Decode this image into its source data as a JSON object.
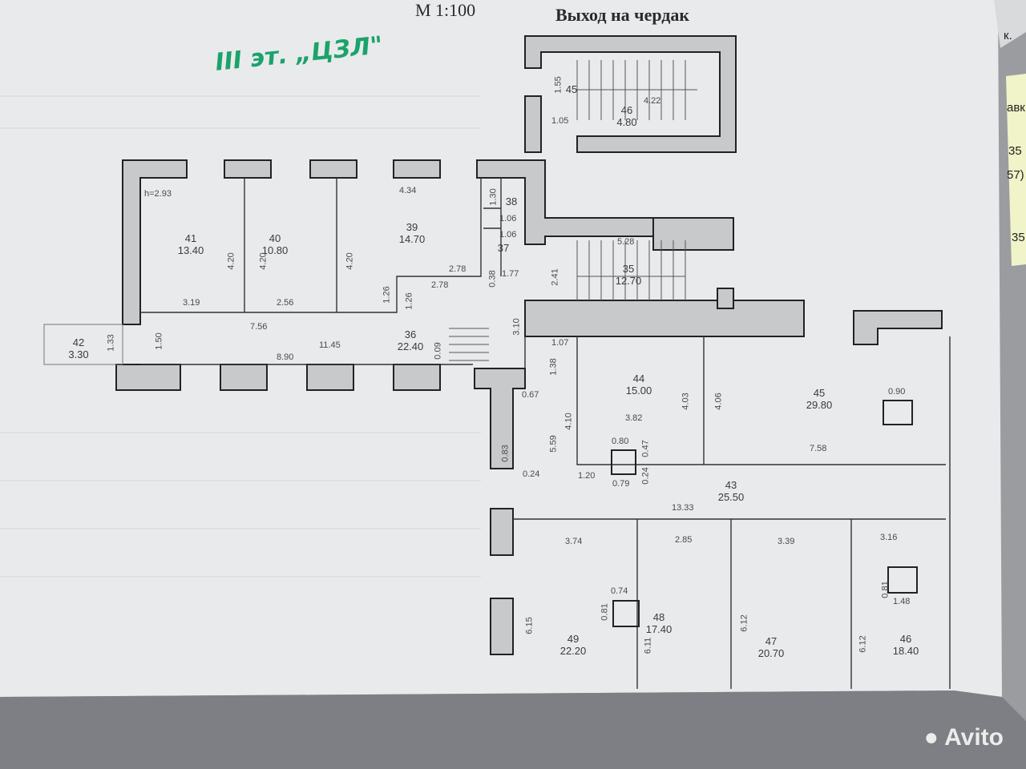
{
  "header": {
    "scale": "М 1:100",
    "attic_exit": "Выход на чердак"
  },
  "handwritten_note": "III эт. „ЦЗЛ\"",
  "watermark": "Avito",
  "side_sheet_fragments": [
    "к.",
    "авк",
    "35",
    "57)",
    "35"
  ],
  "rooms": [
    {
      "id": "r45a",
      "number": "45",
      "area": ""
    },
    {
      "id": "r46a",
      "number": "46",
      "area": "4.80"
    },
    {
      "id": "r41",
      "number": "41",
      "area": "13.40"
    },
    {
      "id": "r40",
      "number": "40",
      "area": "10.80"
    },
    {
      "id": "r39",
      "number": "39",
      "area": "14.70"
    },
    {
      "id": "r38",
      "number": "38",
      "area": ""
    },
    {
      "id": "r37",
      "number": "37",
      "area": ""
    },
    {
      "id": "r35",
      "number": "35",
      "area": "12.70"
    },
    {
      "id": "r42",
      "number": "42",
      "area": "3.30"
    },
    {
      "id": "r36",
      "number": "36",
      "area": "22.40"
    },
    {
      "id": "r44",
      "number": "44",
      "area": "15.00"
    },
    {
      "id": "r45b",
      "number": "45",
      "area": "29.80"
    },
    {
      "id": "r43",
      "number": "43",
      "area": "25.50"
    },
    {
      "id": "r49",
      "number": "49",
      "area": "22.20"
    },
    {
      "id": "r48",
      "number": "48",
      "area": "17.40"
    },
    {
      "id": "r47",
      "number": "47",
      "area": "20.70"
    },
    {
      "id": "r46b",
      "number": "46",
      "area": "18.40"
    }
  ],
  "dimensions": [
    "1.55",
    "1.05",
    "4.22",
    "h=2.93",
    "4.34",
    "1.30",
    "1.06",
    "1.06",
    "4.20",
    "4.20",
    "4.20",
    "2.78",
    "2.78",
    "1.26",
    "1.26",
    "3.19",
    "2.56",
    "7.56",
    "11.45",
    "8.90",
    "1.50",
    "1.33",
    "5.28",
    "2.41",
    "1.77",
    "0.38",
    "3.10",
    "0.09",
    "1.07",
    "1.38",
    "0.67",
    "4.10",
    "5.59",
    "0.83",
    "0.24",
    "4.03",
    "4.06",
    "3.82",
    "0.80",
    "0.47",
    "1.20",
    "0.79",
    "0.24",
    "7.58",
    "0.90",
    "13.33",
    "3.74",
    "2.85",
    "3.39",
    "3.16",
    "0.74",
    "0.81",
    "6.15",
    "6.11",
    "6.12",
    "6.12",
    "0.81",
    "1.48"
  ]
}
